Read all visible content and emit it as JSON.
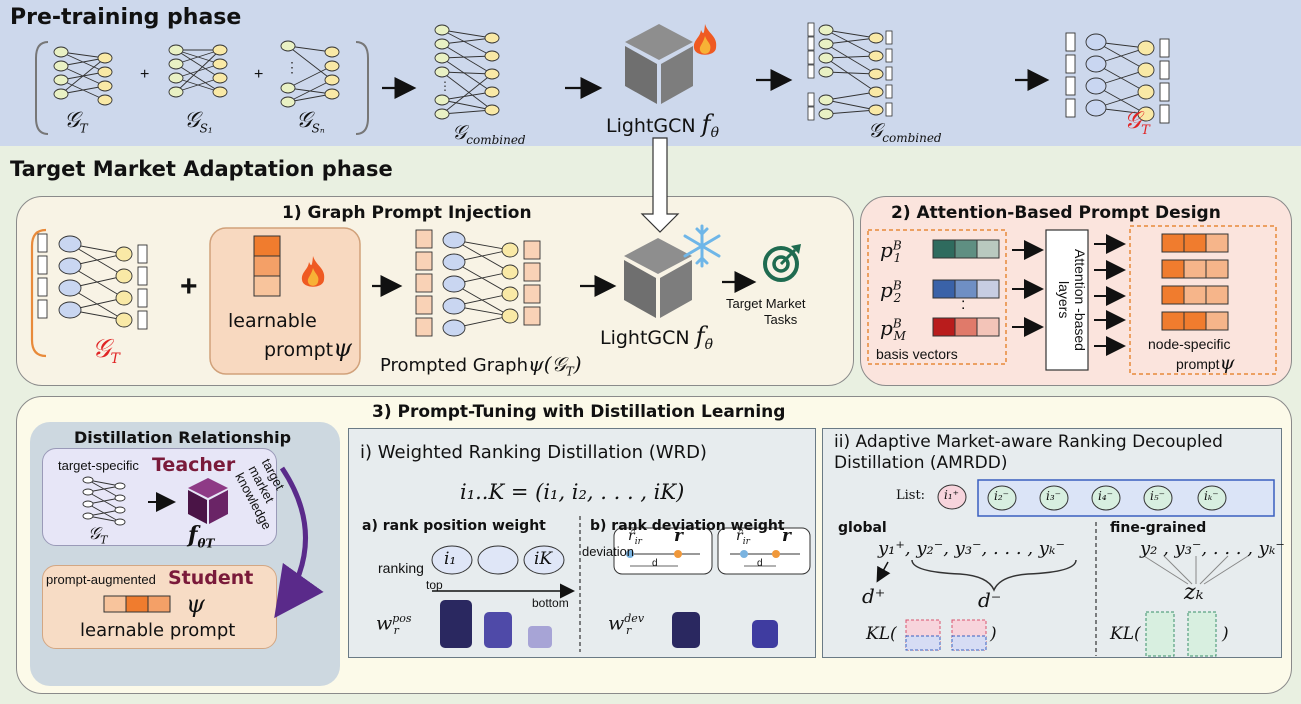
{
  "pretrain": {
    "title": "Pre-training phase",
    "g_t": "𝒢",
    "g_t_sub": "T",
    "g_s1": "𝒢",
    "g_s1_sub": "S₁",
    "g_sn": "𝒢",
    "g_sn_sub": "Sₙ",
    "plus": "+",
    "g_combined": "𝒢",
    "g_combined_sub": "combined",
    "lightgcn": "LightGCN",
    "f_theta": "f",
    "f_theta_sub": "θ",
    "g_target": "𝒢",
    "g_target_sub": "T"
  },
  "tma": {
    "title": "Target Market Adaptation phase",
    "gpi_title": "1) Graph Prompt Injection",
    "gpi_gt": "𝒢",
    "gpi_gt_sub": "T",
    "plus": "+",
    "learnable": "learnable",
    "prompt": "prompt",
    "psi": "ψ",
    "prompted_graph": "Prompted Graph",
    "prompted_graph_math": "ψ(𝒢",
    "prompted_graph_sub": "T",
    "prompted_graph_close": ")",
    "lightgcn": "LightGCN",
    "f_bar": "f",
    "f_bar_sub": "θ̄",
    "target_market": "Target Market",
    "tasks": "Tasks",
    "apd_title": "2) Attention-Based Prompt Design",
    "p1": "p",
    "p1_sub": "1",
    "p2": "p",
    "p2_sub": "2",
    "pm": "p",
    "pm_sub": "M",
    "pb_sup": "B",
    "dots": ":",
    "basis_vectors": "basis vectors",
    "attention_layers": "Attention -based layers",
    "node_specific": "node-specific",
    "node_prompt": "prompt",
    "colors": {
      "basis1": [
        "#2f6b5e",
        "#5f8f82",
        "#b9c9bf"
      ],
      "basis2": [
        "#3a62a8",
        "#6f8fc4",
        "#c7cde2"
      ],
      "basisM": [
        "#b91c1c",
        "#e07a6a",
        "#f3c4b8"
      ],
      "prompt": "#f08a45"
    }
  },
  "ptdl": {
    "title": "3) Prompt-Tuning with Distillation Learning",
    "dist_rel": "Distillation Relationship",
    "target_specific": "target-specific",
    "teacher": "Teacher",
    "teacher_gt": "𝒢",
    "teacher_gt_sub": "T",
    "f_theta_t": "f",
    "f_theta_t_sub": "θT",
    "knowledge": "target market knowledge",
    "prompt_augmented": "prompt-augmented",
    "student": "Student",
    "psi": "ψ",
    "learnable_prompt": "learnable prompt",
    "wrd_title": "i)  Weighted Ranking Distillation (WRD)",
    "wrd_formula": "i₁..K = (i₁, i₂, . . . , iK)",
    "rpw_title": "a) rank position weight",
    "rdw_title": "b) rank deviation weight",
    "ranking": "ranking",
    "i1": "i₁",
    "ik": "iK",
    "top": "top",
    "bottom": "bottom",
    "w_pos": "w",
    "w_pos_sub": "r",
    "w_pos_sup": "pos",
    "deviation": "deviation",
    "w_dev": "w",
    "w_dev_sub": "r",
    "w_dev_sup": "dev",
    "r_hat": "r̂",
    "r_hat_sub": "ir",
    "r": "r",
    "d": "d",
    "amrdd_title": "ii)  Adaptive Market-aware Ranking Decoupled Distillation (AMRDD)",
    "list_label": "List:",
    "list_items": [
      "i₁⁺",
      "i₂⁻",
      "i₃⁻",
      "i₄⁻",
      "i₅⁻",
      "iₖ⁻"
    ],
    "global": "global",
    "global_seq": "y₁⁺, y₂⁻, y₃⁻, . . . , yₖ⁻",
    "d_plus": "d⁺",
    "d_minus": "d⁻",
    "kl_global": "KL(",
    "fine_grained": "fine-grained",
    "fine_seq": "y₂ , y₃⁻, . . . , yₖ⁻",
    "z_k": "zₖ",
    "kl_fine": "KL(",
    "close": ")"
  }
}
